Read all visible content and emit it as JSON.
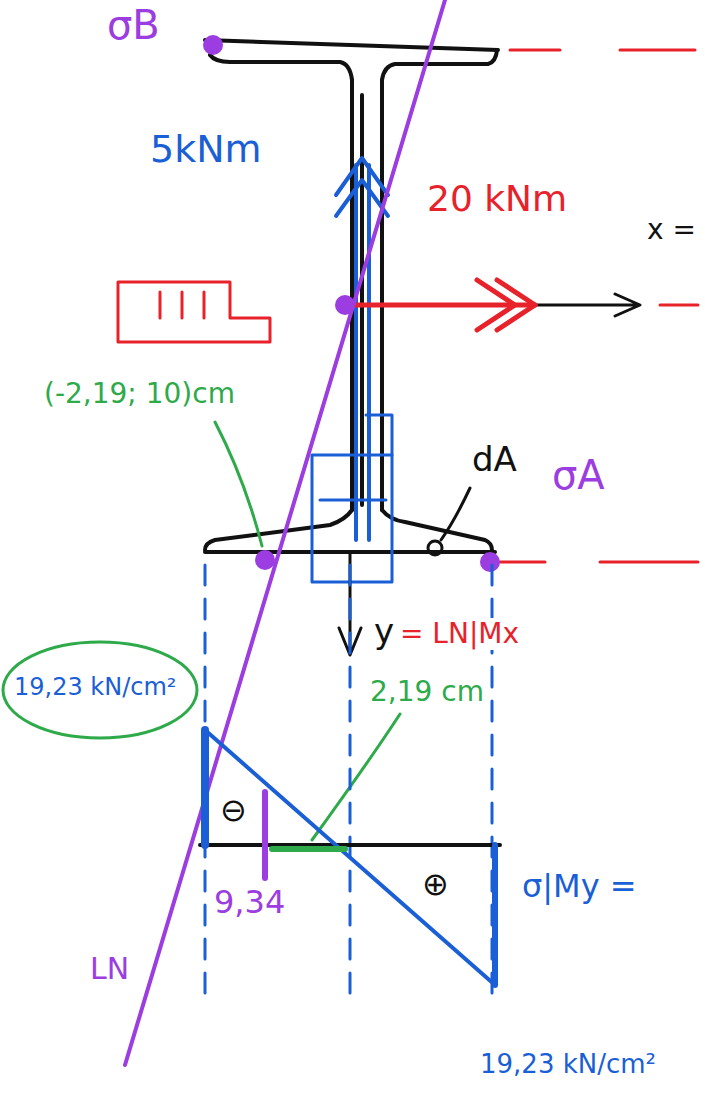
{
  "diagram": {
    "labels": [
      "σB",
      "5kNm",
      "20 kNm",
      "x =",
      "(-2,19; 10)cm",
      "dA",
      "σA",
      "y",
      "= LN|Mx",
      "19,23 kN/cm²",
      "⊖",
      "2,19 cm",
      "⊕",
      "9,34",
      "σ|My =",
      "19,23 kN/cm²",
      "LN"
    ]
  }
}
